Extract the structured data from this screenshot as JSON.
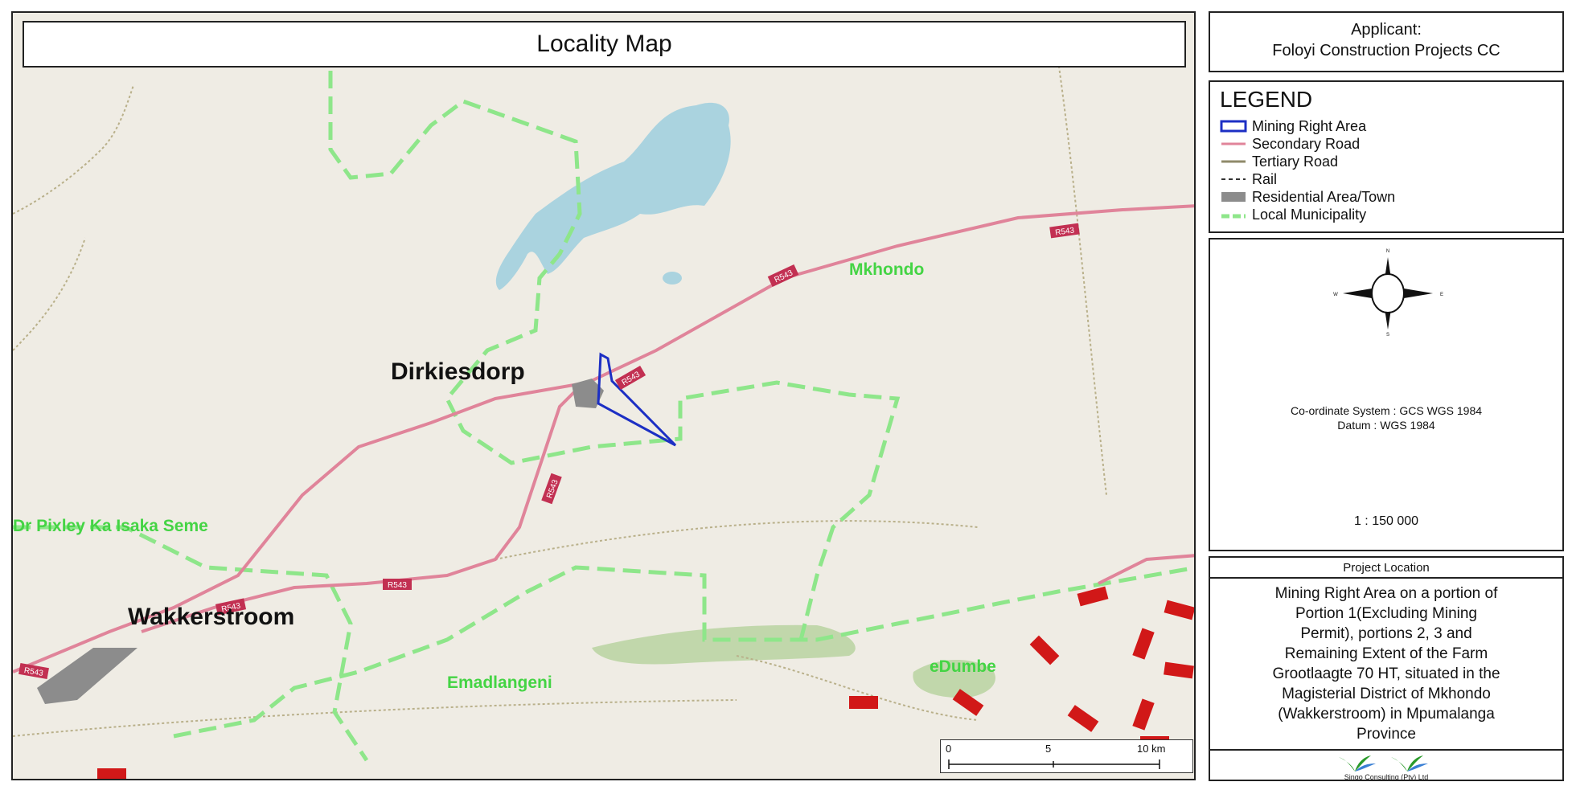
{
  "map": {
    "title": "Locality Map",
    "towns": [
      "Dirkiesdorp",
      "Wakkerstroom"
    ],
    "municipalities": [
      "Mkhondo",
      "Dr Pixley Ka Isaka Seme",
      "Emadlangeni",
      "eDumbe"
    ],
    "road_labels": [
      "R543",
      "R543",
      "R543",
      "R543",
      "R543",
      "R543",
      "R543"
    ],
    "scale_bar": {
      "labels": [
        "0",
        "5",
        "10 km"
      ]
    }
  },
  "applicant": {
    "label": "Applicant:",
    "name": "Foloyi Construction Projects CC"
  },
  "legend": {
    "title": "LEGEND",
    "items": [
      {
        "label": "Mining Right Area",
        "symbol": "polygon-outline",
        "color": "#1c2fc4"
      },
      {
        "label": "Secondary Road",
        "symbol": "line",
        "color": "#e0849a"
      },
      {
        "label": "Tertiary Road",
        "symbol": "line",
        "color": "#8f8a6a"
      },
      {
        "label": "Rail",
        "symbol": "dashed-line",
        "color": "#333333"
      },
      {
        "label": "Residential Area/Town",
        "symbol": "fill",
        "color": "#8c8c8c"
      },
      {
        "label": "Local Municipality",
        "symbol": "dashed-boundary",
        "color": "#8ee68a"
      }
    ]
  },
  "north_arrow": {
    "n": "N",
    "s": "S",
    "e": "E",
    "w": "W"
  },
  "coordinate_system": {
    "line1": "Co-ordinate System : GCS WGS 1984",
    "line2": "Datum : WGS 1984"
  },
  "scale": "1 : 150 000",
  "project_location": {
    "heading": "Project Location",
    "lines": [
      "Mining Right Area on a portion of",
      "Portion 1(Excluding Mining",
      "Permit), portions 2, 3 and",
      "Remaining Extent of the Farm",
      "Grootlaagte 70 HT, situated in the",
      "Magisterial District of Mkhondo",
      "(Wakkerstroom) in Mpumalanga",
      "Province"
    ]
  },
  "logo": {
    "text": "Singo Consulting (Pty) Ltd"
  },
  "colors": {
    "water": "#aad3df",
    "secondary_road": "#e0849a",
    "municipality_boundary": "#8ee68a",
    "mining_area": "#1c2fc4",
    "town": "#8c8c8c",
    "background": "#efece4"
  }
}
